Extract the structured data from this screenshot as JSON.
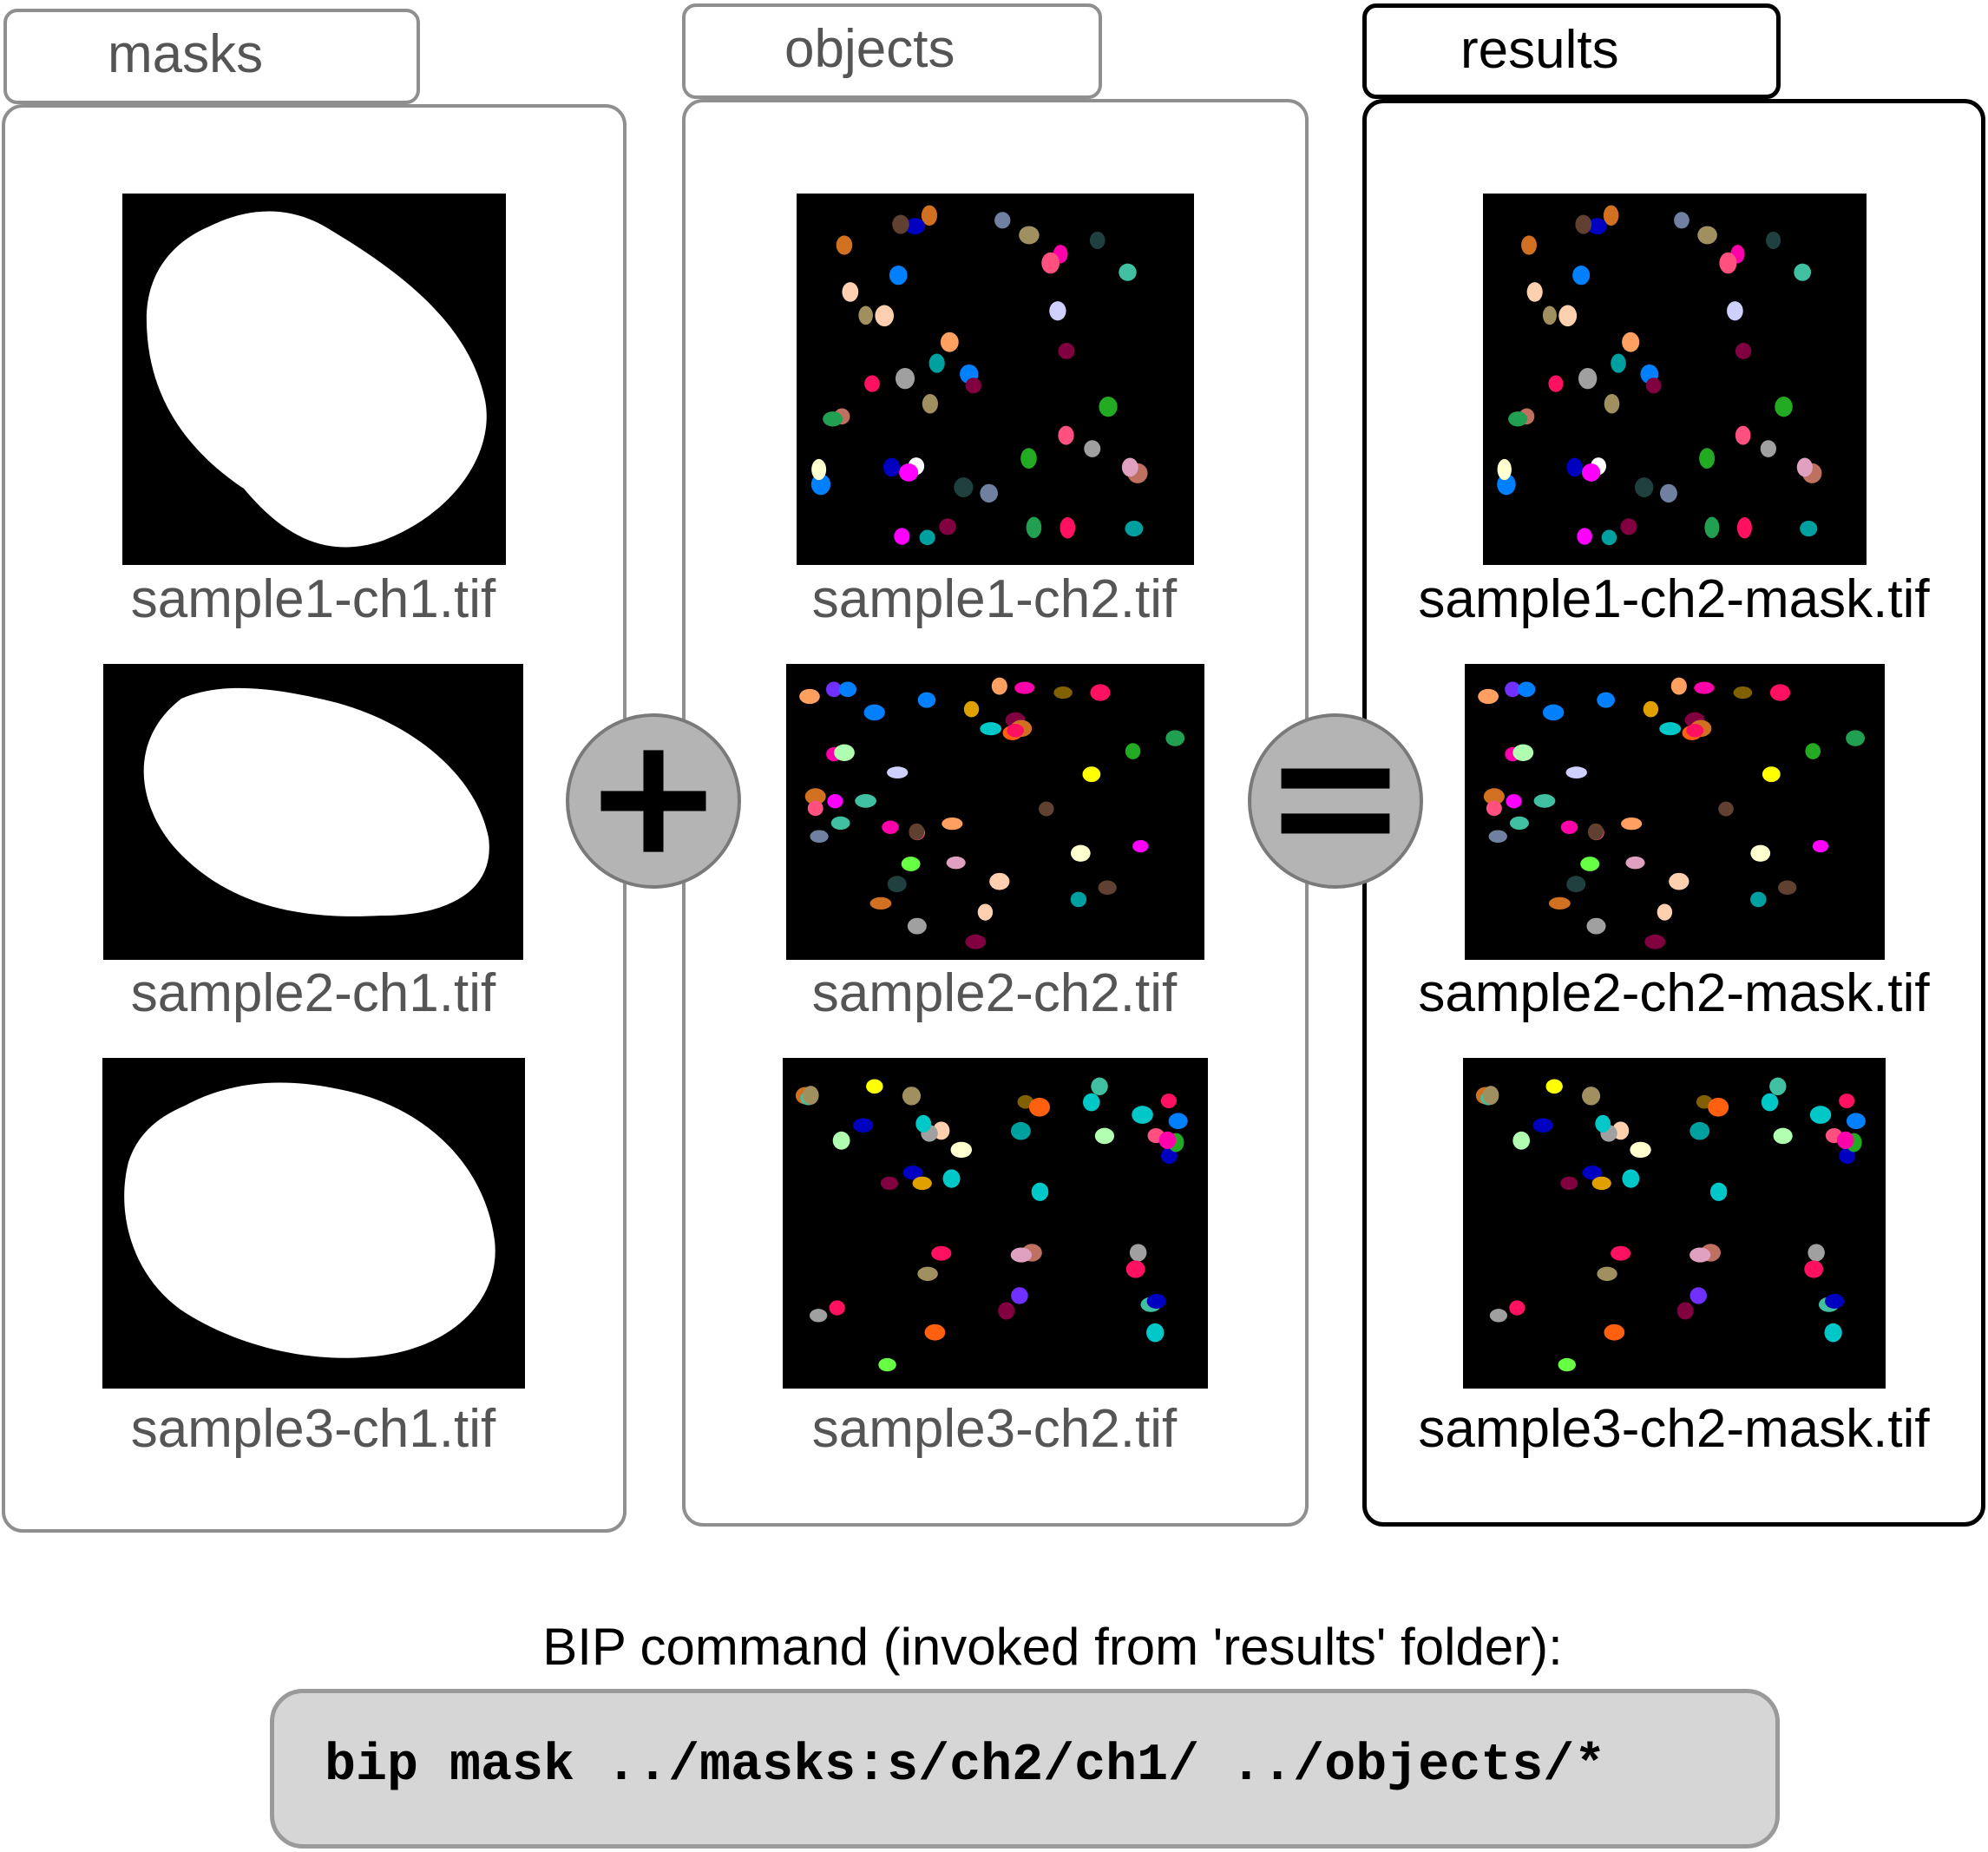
{
  "folders": {
    "masks": {
      "label": "masks",
      "files": [
        "sample1-ch1.tif",
        "sample2-ch1.tif",
        "sample3-ch1.tif"
      ]
    },
    "objects": {
      "label": "objects",
      "files": [
        "sample1-ch2.tif",
        "sample2-ch2.tif",
        "sample3-ch2.tif"
      ]
    },
    "results": {
      "label": "results",
      "files": [
        "sample1-ch2-mask.tif",
        "sample2-ch2-mask.tif",
        "sample3-ch2-mask.tif"
      ]
    }
  },
  "operators": [
    "plus-icon",
    "equals-icon"
  ],
  "command": {
    "label": "BIP command (invoked from 'results' folder):",
    "text": "bip mask ../masks:s/ch2/ch1/ ../objects/*"
  }
}
